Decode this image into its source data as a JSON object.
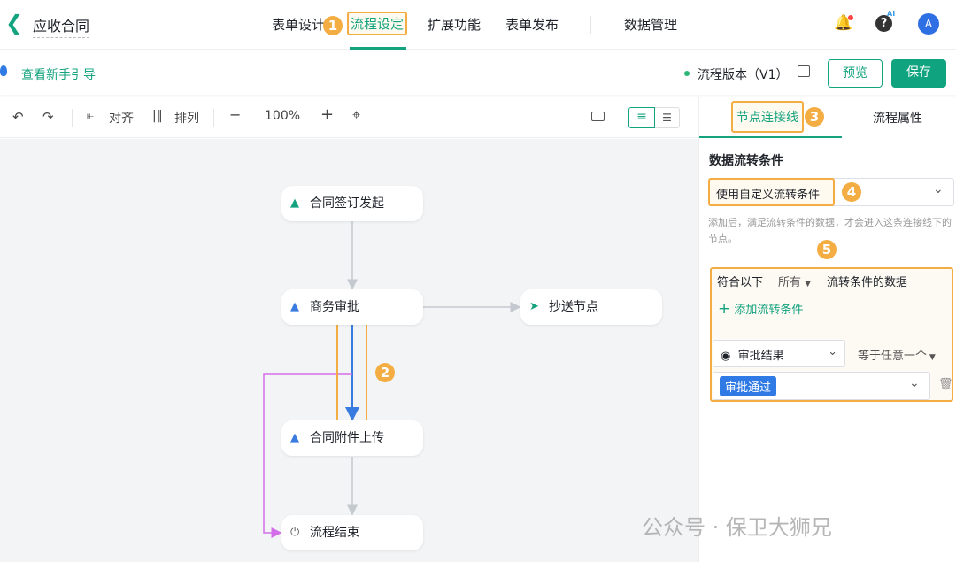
{
  "header": {
    "back_icon": "chevron-left-icon",
    "app_title": "应收合同",
    "tabs": [
      {
        "label": "表单设计"
      },
      {
        "label": "流程设定"
      },
      {
        "label": "扩展功能"
      },
      {
        "label": "表单发布"
      },
      {
        "label": "数据管理"
      }
    ],
    "ai_badge": "AI",
    "avatar": "A"
  },
  "subbar": {
    "guide": "查看新手引导",
    "version": "流程版本（V1）",
    "preview": "预览",
    "save": "保存"
  },
  "toolbar": {
    "align": "对齐",
    "arrange": "排列",
    "zoom": "100%"
  },
  "flow": {
    "nodes": [
      {
        "label": "合同签订发起"
      },
      {
        "label": "商务审批"
      },
      {
        "label": "抄送节点"
      },
      {
        "label": "合同附件上传"
      },
      {
        "label": "流程结束"
      }
    ]
  },
  "panel": {
    "tabs": [
      {
        "label": "节点连接线"
      },
      {
        "label": "流程属性"
      }
    ],
    "section_title": "数据流转条件",
    "condition_mode": "使用自定义流转条件",
    "hint": "添加后，满足流转条件的数据，才会进入这条连接线下的节点。",
    "match_prefix": "符合以下",
    "match_mode": "所有",
    "match_suffix": "流转条件的数据",
    "add_condition": "添加流转条件",
    "field": "审批结果",
    "operator": "等于任意一个",
    "value_tag": "审批通过"
  },
  "annotations": [
    "1",
    "2",
    "3",
    "4",
    "5"
  ],
  "watermark": "公众号 · 保卫大狮兄",
  "colors": {
    "accent": "#14a37f",
    "highlight": "#f4ad42",
    "blue": "#3a7be0",
    "purple": "#d36ee8"
  }
}
